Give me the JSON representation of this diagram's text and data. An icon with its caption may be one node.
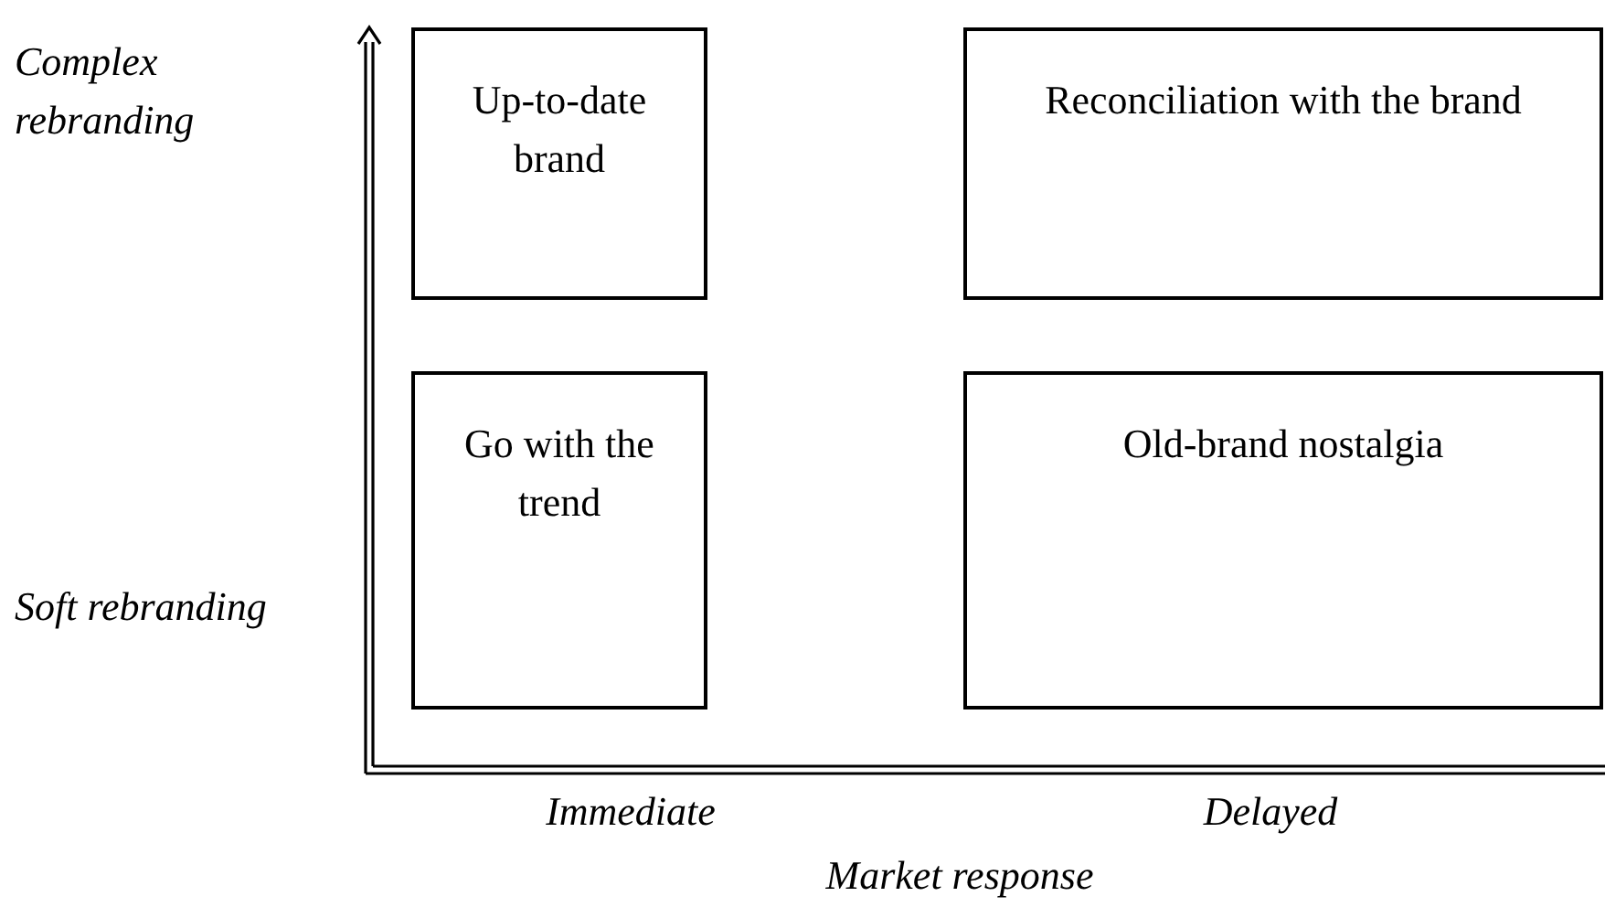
{
  "diagram": {
    "nodes": [
      {
        "text": [
          "Up-to-date brand"
        ]
      },
      {
        "text": [
          "Reconciliation with the brand"
        ]
      },
      {
        "text": [
          "Go with the trend"
        ]
      },
      {
        "text": [
          "Old-brand nostalgia"
        ]
      }
    ],
    "labels": [
      "Complex rebranding",
      "Soft rebranding",
      "Immediate",
      "Delayed",
      "Market response"
    ]
  }
}
